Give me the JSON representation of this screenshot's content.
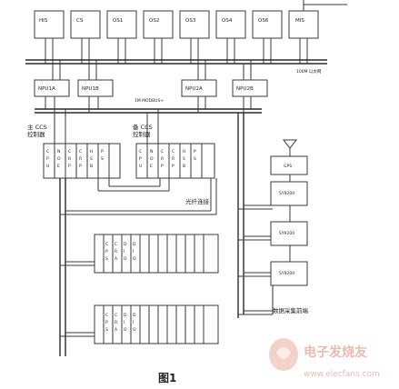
{
  "stations": [
    "HIS",
    "CS",
    "OS1",
    "OS2",
    "OS3",
    "OS4",
    "OS6",
    "MIS"
  ],
  "network_label": "100M 以太网",
  "npus": [
    "NPU1A",
    "NPU1B",
    "NPU2A",
    "NPU2B"
  ],
  "modbus_label": "1M MODBUS+",
  "ccs_main": "主 CCS\n控制器",
  "ccs_backup": "备 CCS\n控制器",
  "fiber_label": "光纤连接",
  "gps_label": "GPS",
  "rtu_labels": [
    "SY9200",
    "SY9200",
    "SY9200"
  ],
  "front_end_label": "数据采集前端",
  "figure_caption": "图1",
  "watermark": {
    "name": "电子发烧友",
    "url": "www.elecfans.com"
  }
}
